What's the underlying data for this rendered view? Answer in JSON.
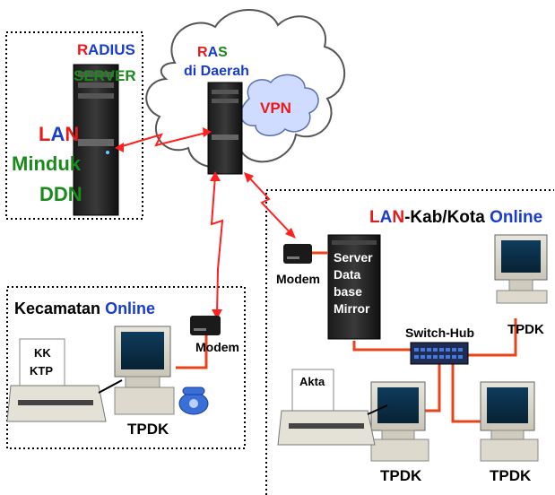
{
  "radius": {
    "line1": "RADIUS",
    "line2": "SERVER",
    "lan": "LAN",
    "minduk": "Minduk",
    "ddn": "DDN"
  },
  "ras": {
    "line1": "RAS",
    "line2": "di Daerah",
    "vpn": "VPN"
  },
  "kabkota": {
    "lan": "LAN",
    "rest": "-Kab/Kota ",
    "online": "Online",
    "server_lines": [
      "Server",
      "Data",
      "base",
      "Mirror"
    ],
    "modem": "Modem",
    "switch": "Switch-Hub",
    "tpdk_right": "TPDK",
    "akta": "Akta",
    "tpdk_mid": "TPDK",
    "tpdk_far": "TPDK"
  },
  "kecamatan": {
    "title": "Kecamatan ",
    "online": "Online",
    "modem": "Modem",
    "kk": "KK",
    "ktp": "KTP",
    "tpdk": "TPDK"
  },
  "colors": {
    "red": "#ff2a1a",
    "green": "#1b8a1b",
    "blue": "#1a3ccc",
    "orange": "#e8431a",
    "cloud": "#ffffff",
    "vpn_bubble": "#d6e4ff"
  }
}
